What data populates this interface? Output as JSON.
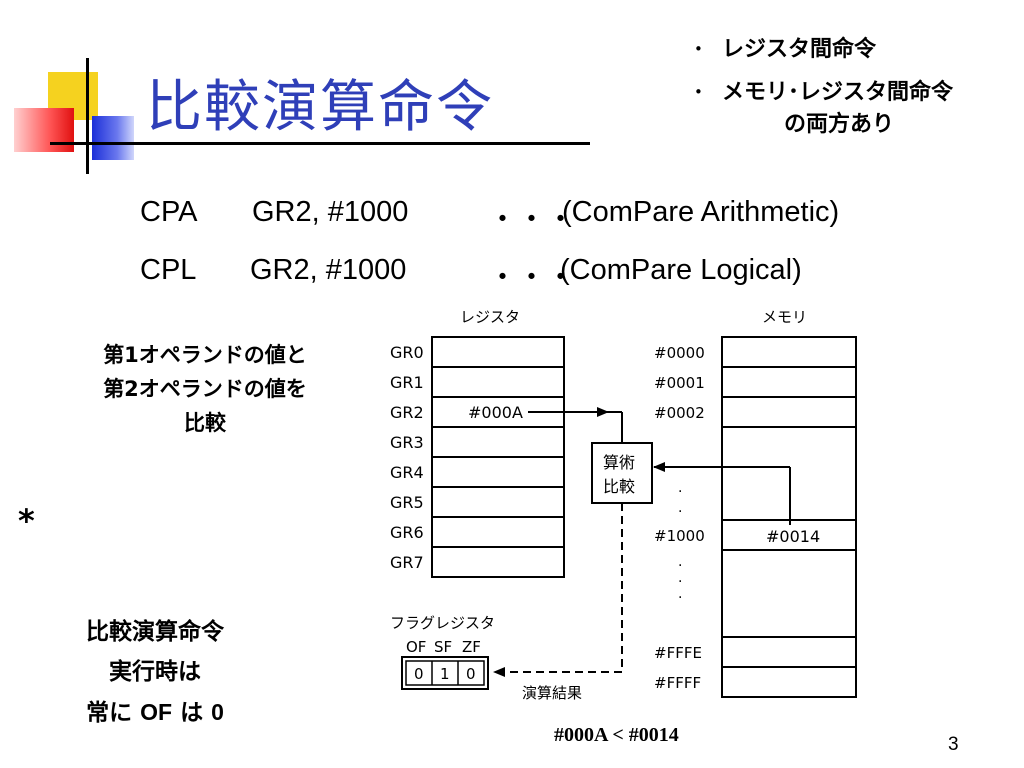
{
  "title": "比較演算命令",
  "bullets": [
    "レジスタ間命令",
    "メモリ･レジスタ間命令"
  ],
  "bullets_note": "の両方あり",
  "instructions": [
    {
      "op": "CPA",
      "args": "GR2,  #1000",
      "dots": "・・・",
      "desc": "(ComPare Arithmetic)"
    },
    {
      "op": "CPL",
      "args": "GR2,  #1000",
      "dots": "・・・",
      "desc": "(ComPare Logical)"
    }
  ],
  "left_note": [
    "第1オペランドの値と",
    "第2オペランドの値を",
    "比較"
  ],
  "star": "*",
  "bottom_note": {
    "line1": "比較演算命令",
    "line2": "実行時は",
    "line3_pre": "常に ",
    "line3_of": "OF",
    "line3_mid": " は ",
    "line3_zero": "0"
  },
  "register_header": "レジスタ",
  "memory_header": "メモリ",
  "registers": [
    "GR0",
    "GR1",
    "GR2",
    "GR3",
    "GR4",
    "GR5",
    "GR6",
    "GR7"
  ],
  "gr2_value": "#000A",
  "alu_label": [
    "算術",
    "比較"
  ],
  "memory_addresses": [
    "#0000",
    "#0001",
    "#0002",
    "#1000",
    "#FFFE",
    "#FFFF"
  ],
  "memory_value_1000": "#0014",
  "dots": ".",
  "flag_register_label": "フラグレジスタ",
  "flag_names": [
    "OF",
    "SF",
    "ZF"
  ],
  "flag_values": [
    "0",
    "1",
    "0"
  ],
  "result_label": "演算結果",
  "comparison": "#000A < #0014",
  "page_number": "3"
}
